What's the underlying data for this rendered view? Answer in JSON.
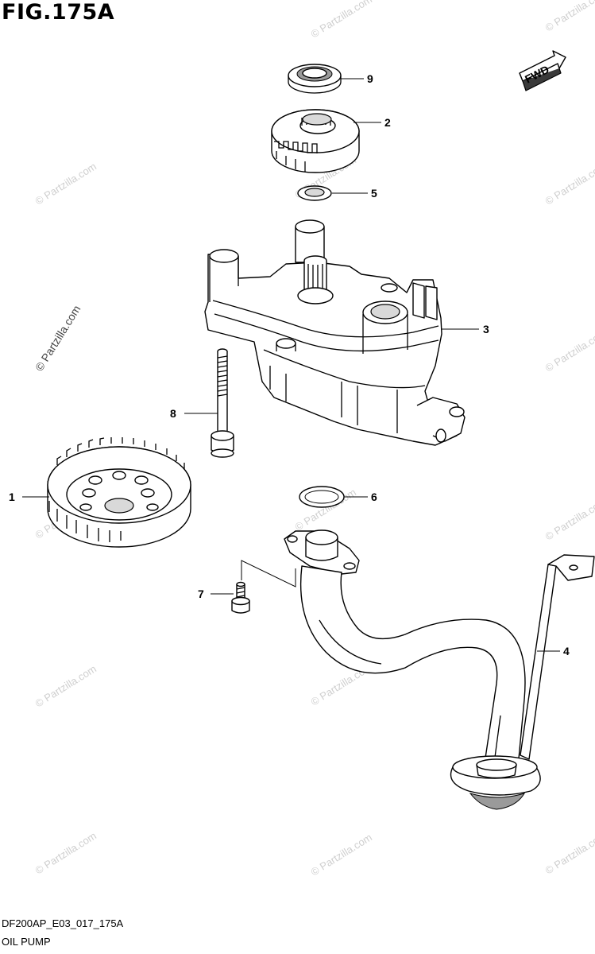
{
  "figure": {
    "title": "FIG.175A",
    "code": "DF200AP_E03_017_175A",
    "caption": "OIL PUMP"
  },
  "orientation": {
    "label": "FWD"
  },
  "watermark": {
    "text": "© Partzilla.com"
  },
  "callouts": [
    {
      "id": "9",
      "label": "9"
    },
    {
      "id": "2",
      "label": "2"
    },
    {
      "id": "5",
      "label": "5"
    },
    {
      "id": "3",
      "label": "3"
    },
    {
      "id": "8",
      "label": "8"
    },
    {
      "id": "1",
      "label": "1"
    },
    {
      "id": "6",
      "label": "6"
    },
    {
      "id": "7",
      "label": "7"
    },
    {
      "id": "4",
      "label": "4"
    }
  ]
}
